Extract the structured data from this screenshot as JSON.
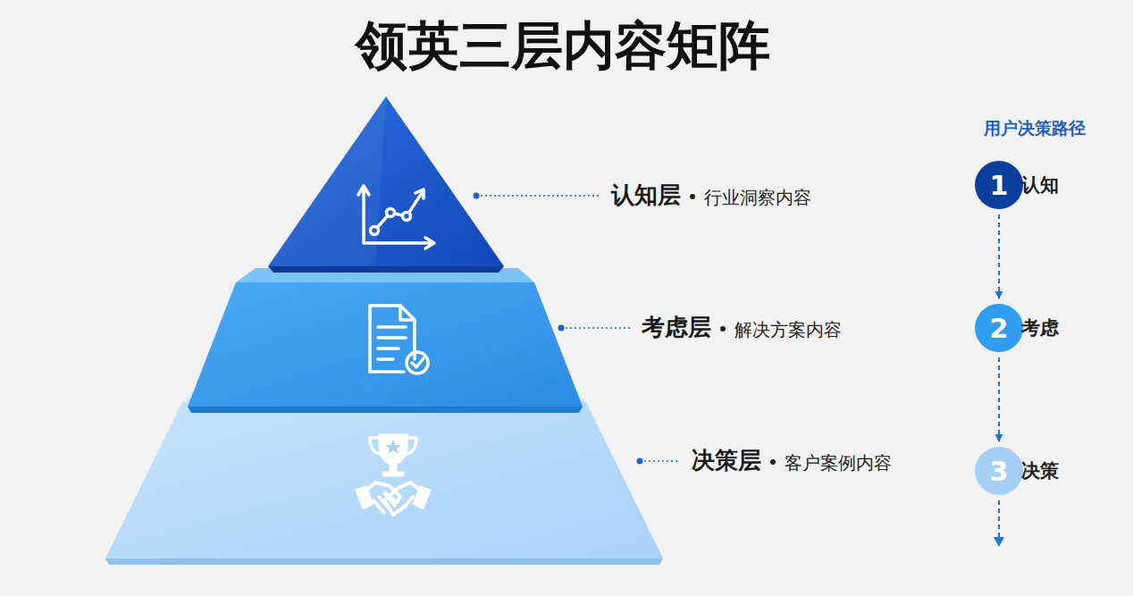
{
  "diagram": {
    "title": "领英三层内容矩阵",
    "nodes": [
      {
        "text": [
          "1",
          "认知"
        ]
      },
      {
        "text": [
          "2",
          "考虑"
        ]
      },
      {
        "text": [
          "3",
          "决策"
        ]
      }
    ],
    "edges": [
      {
        "from": 0,
        "to": 1,
        "arrow": "to"
      },
      {
        "from": 1,
        "to": 2,
        "arrow": "to"
      }
    ],
    "labels": [
      "认知层",
      "行业洞察内容",
      "考虑层",
      "解决方案内容",
      "决策层",
      "客户案例内容",
      "用户决策路径"
    ]
  }
}
